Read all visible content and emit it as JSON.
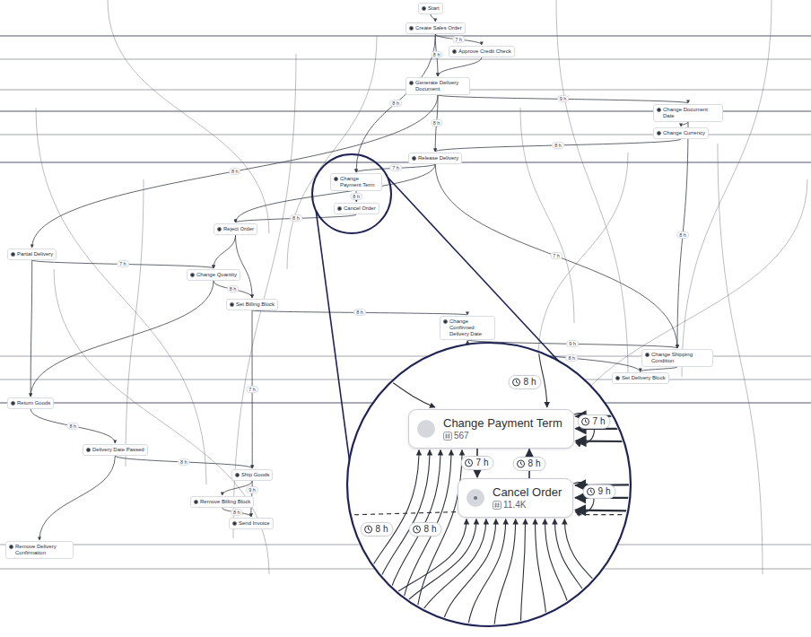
{
  "diagram": {
    "nodes": [
      {
        "text": [
          "Start"
        ]
      },
      {
        "text": [
          "Create Sales Order"
        ]
      },
      {
        "text": [
          "Approve Credit Check"
        ]
      },
      {
        "text": [
          "Generate Delivery Document"
        ]
      },
      {
        "text": [
          "Change Document Date"
        ]
      },
      {
        "text": [
          "Change Currency"
        ]
      },
      {
        "text": [
          "Release Delivery"
        ]
      },
      {
        "text": [
          "Change Payment Term"
        ]
      },
      {
        "text": [
          "Cancel Order"
        ]
      },
      {
        "text": [
          "Reject Order"
        ]
      },
      {
        "text": [
          "Partial Delivery"
        ]
      },
      {
        "text": [
          "Change Quantity"
        ]
      },
      {
        "text": [
          "Set Billing Block"
        ]
      },
      {
        "text": [
          "Change Confirmed Delivery Date"
        ]
      },
      {
        "text": [
          "Change Shipping Condition"
        ]
      },
      {
        "text": [
          "Set Delivery Block"
        ]
      },
      {
        "text": [
          "Return Goods"
        ]
      },
      {
        "text": [
          "Delivery Date Passed"
        ]
      },
      {
        "text": [
          "Ship Goods"
        ]
      },
      {
        "text": [
          "Remove Billing Block"
        ]
      },
      {
        "text": [
          "Send Invoice"
        ]
      },
      {
        "text": [
          "Remove Delivery Confirmation"
        ]
      },
      {
        "text": [
          "Change Payment Term",
          "567"
        ]
      },
      {
        "text": [
          "Cancel Order",
          "11.4K"
        ]
      }
    ],
    "edges": [
      {
        "from": 0,
        "to": 1,
        "arrow": "to"
      },
      {
        "from": 1,
        "to": 2,
        "arrow": "to",
        "label": "7 h"
      },
      {
        "from": 1,
        "to": 3,
        "arrow": "to",
        "label": "8 h"
      },
      {
        "from": 2,
        "to": 3,
        "arrow": "to"
      },
      {
        "from": 3,
        "to": 6,
        "arrow": "to",
        "label": "8 h"
      },
      {
        "from": 3,
        "to": 4,
        "arrow": "to",
        "label": "9 h"
      },
      {
        "from": 4,
        "to": 5,
        "arrow": "to"
      },
      {
        "from": 5,
        "to": 6,
        "arrow": "to",
        "label": "8 h"
      },
      {
        "from": 6,
        "to": 7,
        "arrow": "to",
        "label": "7 h"
      },
      {
        "from": 7,
        "to": 8,
        "arrow": "to",
        "label": "8 h"
      },
      {
        "from": 6,
        "to": 9,
        "arrow": "to"
      },
      {
        "from": 8,
        "to": 9,
        "arrow": "to",
        "label": "8 h"
      },
      {
        "from": 9,
        "to": 11,
        "arrow": "to"
      },
      {
        "from": 10,
        "to": 11,
        "arrow": "to",
        "label": "7 h"
      },
      {
        "from": 11,
        "to": 12,
        "arrow": "to",
        "label": "8 h"
      },
      {
        "from": 12,
        "to": 13,
        "arrow": "to",
        "label": "8 h"
      },
      {
        "from": 13,
        "to": 14,
        "arrow": "to",
        "label": "9 h"
      },
      {
        "from": 14,
        "to": 15,
        "arrow": "to"
      },
      {
        "from": 15,
        "to": 13,
        "arrow": "to",
        "label": "8 h"
      },
      {
        "from": 6,
        "to": 14,
        "arrow": "to",
        "label": "7 h"
      },
      {
        "from": 10,
        "to": 16,
        "arrow": "to"
      },
      {
        "from": 16,
        "to": 17,
        "arrow": "to",
        "label": "8 h"
      },
      {
        "from": 17,
        "to": 18,
        "arrow": "to",
        "label": "8 h"
      },
      {
        "from": 12,
        "to": 18,
        "arrow": "to",
        "label": "7 h"
      },
      {
        "from": 18,
        "to": 19,
        "arrow": "to"
      },
      {
        "from": 19,
        "to": 20,
        "arrow": "to",
        "label": "8 h"
      },
      {
        "from": 18,
        "to": 20,
        "arrow": "to",
        "label": "9 h"
      },
      {
        "from": 17,
        "to": 21,
        "arrow": "to"
      },
      {
        "from": 4,
        "to": 14,
        "arrow": "to",
        "label": "8 h"
      },
      {
        "from": 3,
        "to": 10,
        "arrow": "to",
        "label": "8 h"
      },
      {
        "from": 11,
        "to": 16,
        "arrow": "to"
      },
      {
        "from": 1,
        "to": 7,
        "arrow": "to",
        "label": "8 h"
      },
      {
        "from": 9,
        "to": 12,
        "arrow": "to"
      },
      {
        "from": 22,
        "to": 23,
        "arrow": "to",
        "label": "7 h"
      },
      {
        "from": 23,
        "to": 22,
        "arrow": "to",
        "label": "8 h"
      }
    ],
    "labels": [
      "8 h",
      "7 h",
      "9 h",
      "8 h",
      "8 h"
    ]
  }
}
